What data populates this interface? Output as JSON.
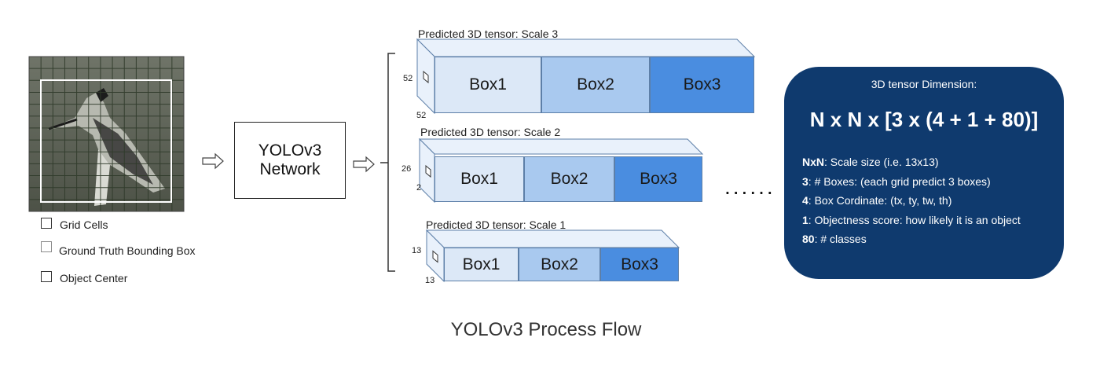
{
  "network": {
    "line1": "YOLOv3",
    "line2": "Network"
  },
  "legend": [
    {
      "label": "Grid Cells"
    },
    {
      "label": "Ground Truth Bounding Box"
    },
    {
      "label": "Object Center"
    }
  ],
  "tensors": [
    {
      "title": "Predicted 3D tensor: Scale 3",
      "dim_side": "52",
      "dim_bottom": "52",
      "boxes": [
        "Box1",
        "Box2",
        "Box3"
      ]
    },
    {
      "title": "Predicted 3D tensor: Scale 2",
      "dim_side": "26",
      "dim_bottom": "2",
      "boxes": [
        "Box1",
        "Box2",
        "Box3"
      ]
    },
    {
      "title": "Predicted 3D tensor: Scale 1",
      "dim_side": "13",
      "dim_bottom": "13",
      "boxes": [
        "Box1",
        "Box2",
        "Box3"
      ]
    }
  ],
  "ellipsis": "......",
  "info": {
    "title": "3D tensor Dimension:",
    "formula": "N x N x [3 x (4 + 1 + 80)]",
    "lines": [
      {
        "key": "NxN",
        "text": ": Scale size (i.e. 13x13)"
      },
      {
        "key": "3",
        "text": ": # Boxes: (each grid predict 3 boxes)"
      },
      {
        "key": "4",
        "text": ": Box Cordinate: (tx, ty, tw, th)"
      },
      {
        "key": "1",
        "text": ": Objectness score: how likely it is an object"
      },
      {
        "key": "80",
        "text": ": # classes"
      }
    ]
  },
  "caption": "YOLOv3 Process Flow",
  "colors": {
    "box1": "#dce8f7",
    "box2": "#a9c9ef",
    "box3": "#4a8de0",
    "tensor_face": "#e9f1fb",
    "tensor_edge": "#5d7fa8",
    "panel": "#0f3a6e"
  }
}
